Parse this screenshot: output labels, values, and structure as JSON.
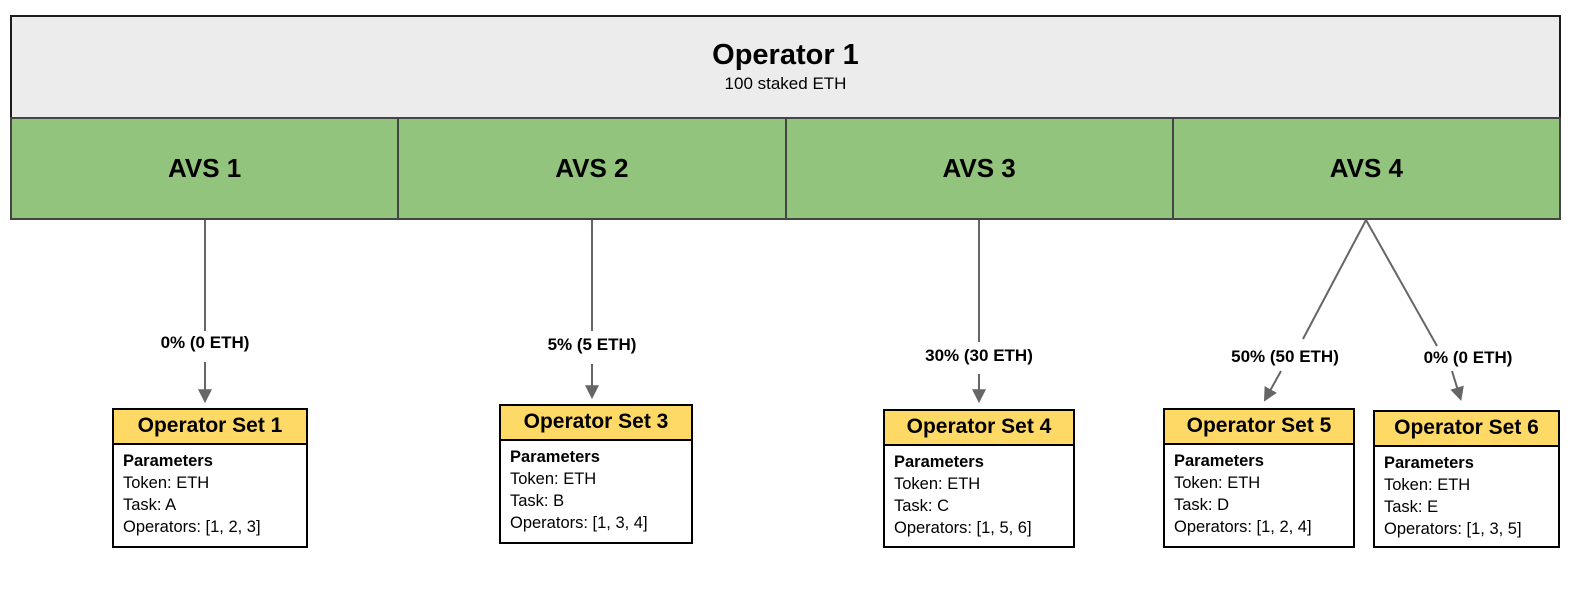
{
  "palette": {
    "green": "#93c47d",
    "yellow": "#ffd966",
    "gray": "#ececec",
    "arrow": "#666666"
  },
  "operator": {
    "title": "Operator 1",
    "subtitle": "100 staked ETH"
  },
  "avs": [
    {
      "label": "AVS 1"
    },
    {
      "label": "AVS 2"
    },
    {
      "label": "AVS 3"
    },
    {
      "label": "AVS 4"
    }
  ],
  "allocations": [
    {
      "from": "AVS 1",
      "to": "Operator Set 1",
      "label": "0% (0 ETH)"
    },
    {
      "from": "AVS 2",
      "to": "Operator Set 3",
      "label": "5% (5 ETH)"
    },
    {
      "from": "AVS 3",
      "to": "Operator Set 4",
      "label": "30% (30 ETH)"
    },
    {
      "from": "AVS 4",
      "to": "Operator Set 5",
      "label": "50% (50 ETH)"
    },
    {
      "from": "AVS 4",
      "to": "Operator Set 6",
      "label": "0% (0 ETH)"
    }
  ],
  "operator_sets": [
    {
      "title": "Operator Set 1",
      "heading": "Parameters",
      "token": "Token: ETH",
      "task": "Task: A",
      "operators": "Operators: [1, 2, 3]"
    },
    {
      "title": "Operator Set 3",
      "heading": "Parameters",
      "token": "Token: ETH",
      "task": "Task: B",
      "operators": "Operators: [1, 3, 4]"
    },
    {
      "title": "Operator Set 4",
      "heading": "Parameters",
      "token": "Token: ETH",
      "task": "Task: C",
      "operators": "Operators: [1, 5, 6]"
    },
    {
      "title": "Operator Set 5",
      "heading": "Parameters",
      "token": "Token: ETH",
      "task": "Task: D",
      "operators": "Operators: [1, 2, 4]"
    },
    {
      "title": "Operator Set 6",
      "heading": "Parameters",
      "token": "Token: ETH",
      "task": "Task: E",
      "operators": "Operators: [1, 3, 5]"
    }
  ]
}
